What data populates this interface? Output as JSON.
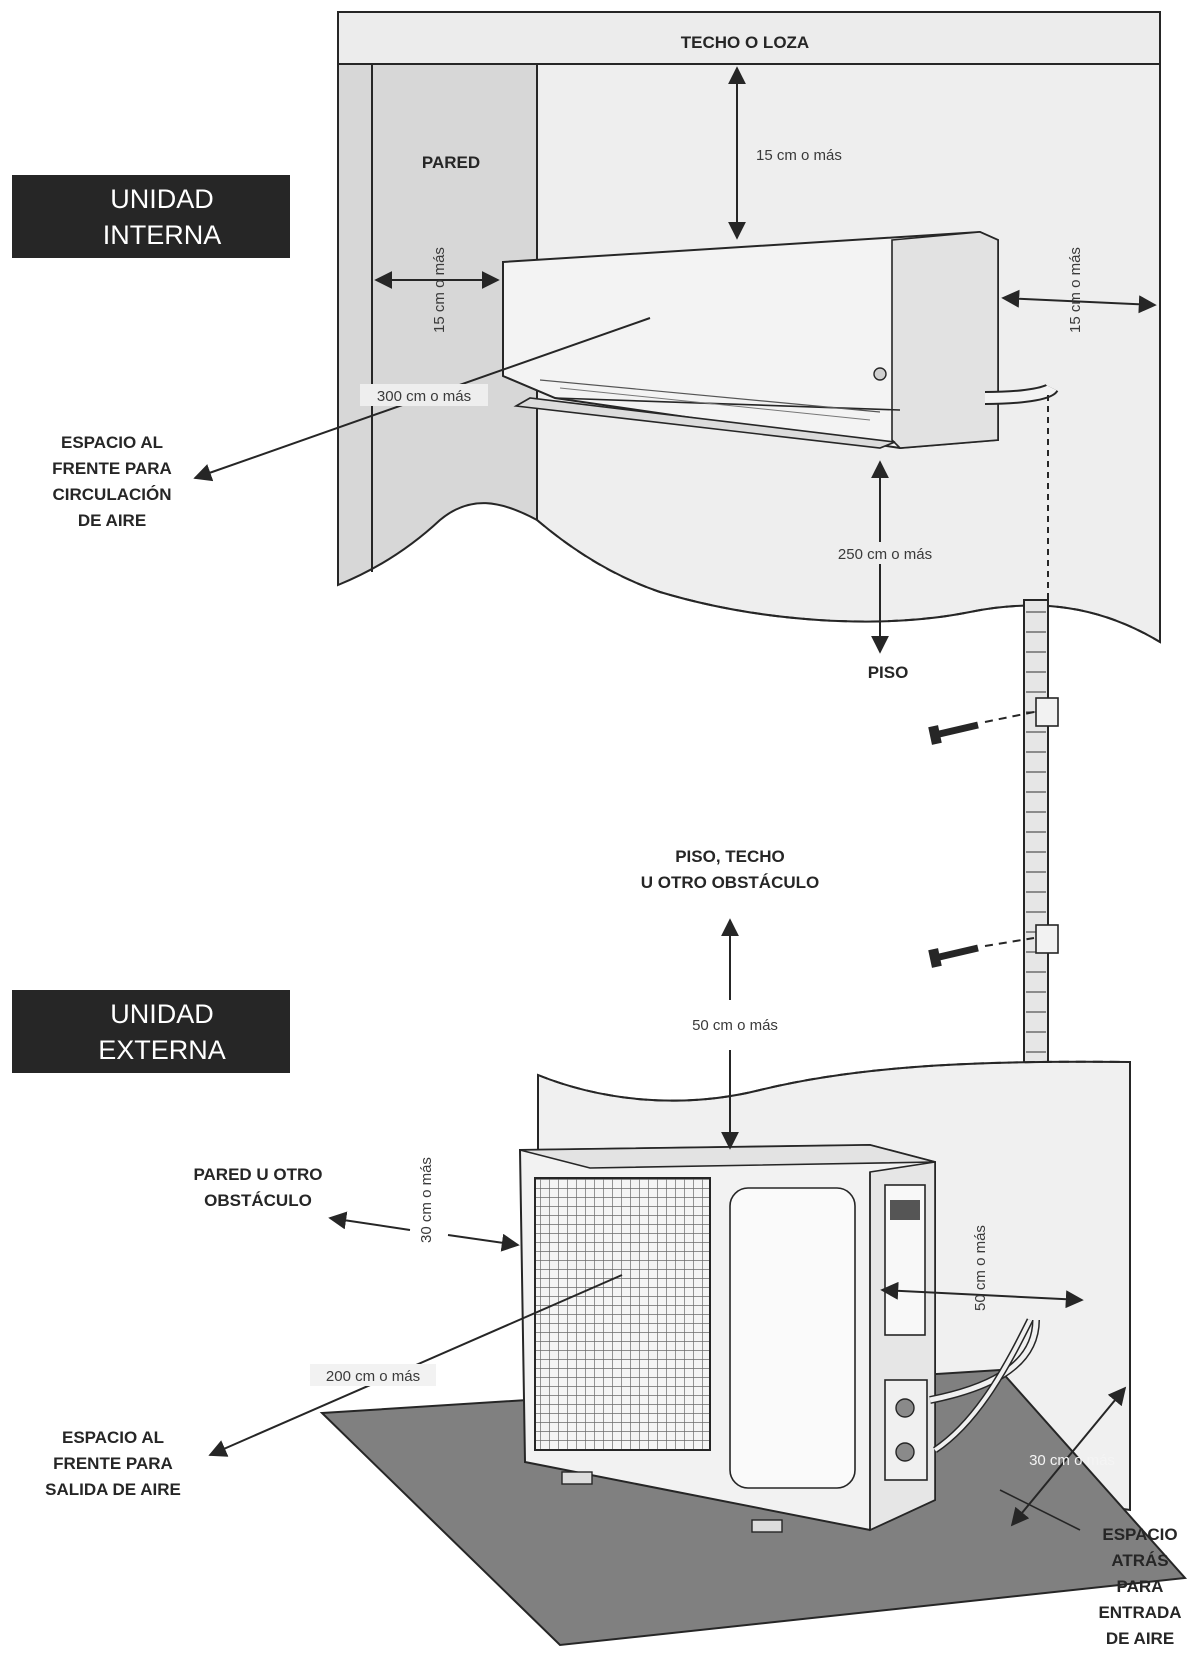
{
  "headers": {
    "indoor_line1": "UNIDAD",
    "indoor_line2": "INTERNA",
    "outdoor_line1": "UNIDAD",
    "outdoor_line2": "EXTERNA"
  },
  "labels": {
    "ceiling": "TECHO O LOZA",
    "wall": "PARED",
    "floor": "PISO",
    "front_space_indoor": [
      "ESPACIO AL",
      "FRENTE PARA",
      "CIRCULACIÓN",
      "DE AIRE"
    ],
    "top_obstacle": [
      "PISO, TECHO",
      "U OTRO OBSTÁCULO"
    ],
    "side_obstacle": [
      "PARED U OTRO",
      "OBSTÁCULO"
    ],
    "front_space_outdoor": [
      "ESPACIO AL",
      "FRENTE PARA",
      "SALIDA DE AIRE"
    ],
    "rear_space": [
      "ESPACIO",
      "ATRÁS",
      "PARA",
      "ENTRADA",
      "DE AIRE"
    ]
  },
  "dimensions": {
    "indoor_top": "15 cm o más",
    "indoor_left": "15 cm o más",
    "indoor_right": "15 cm o más",
    "indoor_front": "300 cm o más",
    "indoor_floor": "250 cm o más",
    "outdoor_top": "50 cm o más",
    "outdoor_left": "30 cm o más",
    "outdoor_right": "50 cm o más",
    "outdoor_front": "200 cm o más",
    "outdoor_rear": "30 cm o más"
  },
  "colors": {
    "header_bg": "#262626",
    "wall_fill": "#e9e9e9",
    "side_wall_fill": "#d9d9d9",
    "unit_fill": "#f2f2f2",
    "floor_slab": "#7f7f7f",
    "line": "#262626"
  }
}
